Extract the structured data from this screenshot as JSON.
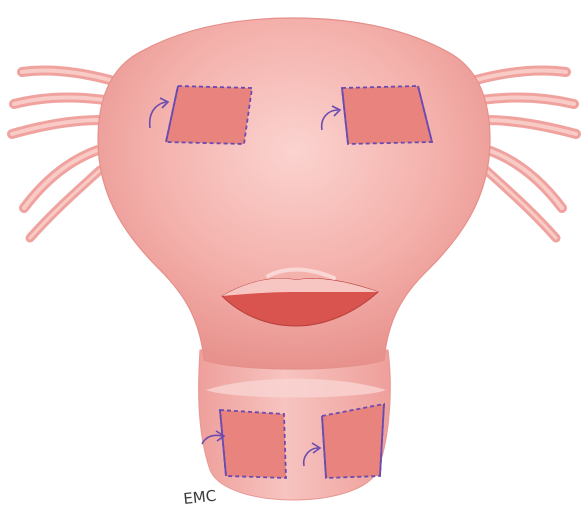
{
  "figure": {
    "signature": "EMC",
    "colors": {
      "background": "#ffffff",
      "tissue": "#f3aaa6",
      "tissue_shadow": "#e48b88",
      "flap": "#e8837e",
      "suture": "#6a4bb0",
      "mouth": "#d9534f"
    },
    "parts": [
      "uterine-body",
      "left-adnexa",
      "right-adnexa",
      "cervix",
      "upper-left-flap",
      "upper-right-flap",
      "lower-left-flap",
      "lower-right-flap",
      "anterior-incision"
    ]
  }
}
